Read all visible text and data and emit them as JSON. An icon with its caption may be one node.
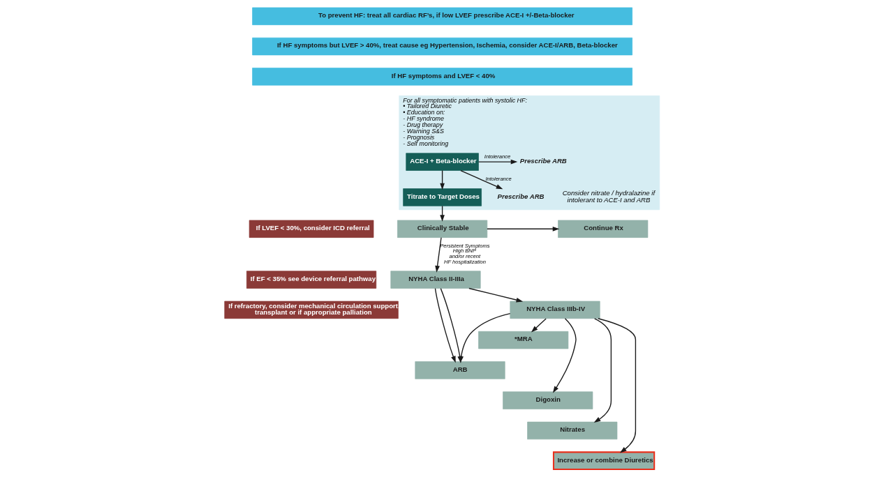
{
  "diagram": {
    "nodes": [
      {
        "text": [
          "To prevent HF: treat all cardiac RF’s, if low LVEF prescribe ACE-I +/-Beta-blocker"
        ]
      },
      {
        "text": [
          "If HF symptoms but LVEF > 40%, treat cause eg Hypertension, Ischemia, consider ACE-I/ARB, Beta-blocker"
        ]
      },
      {
        "text": [
          "If HF symptoms and LVEF < 40%"
        ]
      },
      {
        "text": [
          "For all symptomatic patients with systolic HF:",
          "• Tailored Diuretic",
          "• Education on:",
          "- HF syndrome",
          "- Drug therapy",
          "- Warning S&S",
          "- Prognosis",
          "- Self monitoring"
        ]
      },
      {
        "text": [
          "ACE-I + Beta-blocker"
        ],
        "in": 3
      },
      {
        "text": [
          "Prescribe ARB"
        ],
        "in": 3
      },
      {
        "text": [
          "Prescribe ARB"
        ],
        "in": 3
      },
      {
        "text": [
          "Titrate to Target Doses"
        ],
        "in": 3
      },
      {
        "text": [
          "If LVEF < 30%, consider ICD referral"
        ]
      },
      {
        "text": [
          "Clinically Stable"
        ]
      },
      {
        "text": [
          "Continue Rx"
        ]
      },
      {
        "text": [
          "*MRA"
        ]
      },
      {
        "text": [
          "If EF < 35% see device referral pathway"
        ]
      },
      {
        "text": [
          "NYHA Class II-IIIa"
        ]
      },
      {
        "text": [
          "ARB"
        ]
      },
      {
        "text": [
          "Digoxin"
        ]
      },
      {
        "text": [
          "Nitrates"
        ]
      },
      {
        "text": [
          "If refractory, consider mechanical circulation support, transplant or if appropriate palliation"
        ]
      },
      {
        "text": [
          "NYHA Class IIIb-IV"
        ]
      },
      {
        "text": [
          "Increase or combine Diuretics"
        ]
      }
    ],
    "edges": [
      {
        "from": 4,
        "to": 5,
        "arrow": "to",
        "label": "Intolerance"
      },
      {
        "from": 4,
        "to": 6,
        "arrow": "to",
        "label": "Intolerance"
      },
      {
        "from": 4,
        "to": 7,
        "arrow": "to"
      },
      {
        "from": 7,
        "to": 9,
        "arrow": "to"
      },
      {
        "from": 9,
        "to": 10,
        "arrow": "to"
      },
      {
        "from": 9,
        "to": 13,
        "arrow": "to",
        "label": "Persistent Symptoms High BNP and/or recent HF hospitalization"
      },
      {
        "from": 13,
        "to": 18,
        "arrow": "to"
      },
      {
        "from": 13,
        "to": 14,
        "arrow": "to"
      },
      {
        "from": 13,
        "to": 14,
        "arrow": "to"
      },
      {
        "from": 18,
        "to": 11,
        "arrow": "to"
      },
      {
        "from": 18,
        "to": 14,
        "arrow": "to"
      },
      {
        "from": 18,
        "to": 15,
        "arrow": "to"
      },
      {
        "from": 18,
        "to": 16,
        "arrow": "to"
      },
      {
        "from": 18,
        "to": 19,
        "arrow": "to"
      }
    ],
    "labels": [
      "Consider nitrate / hydralazine if intolerant to ACE-I and ARB"
    ]
  }
}
